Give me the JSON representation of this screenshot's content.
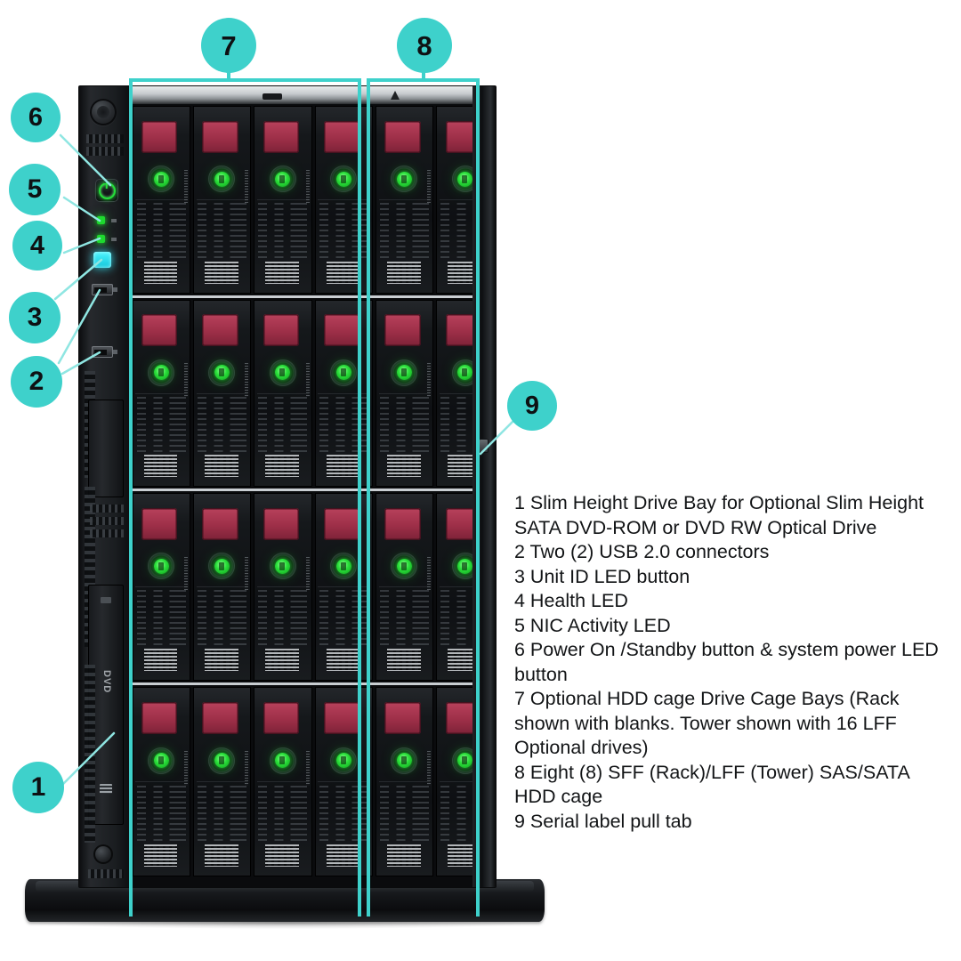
{
  "diagram": {
    "title": "Server front view with numbered callouts",
    "accent_color": "#3ed1cb",
    "background_color": "#ffffff"
  },
  "callouts": [
    {
      "number": "1",
      "label": "callout-1"
    },
    {
      "number": "2",
      "label": "callout-2"
    },
    {
      "number": "3",
      "label": "callout-3"
    },
    {
      "number": "4",
      "label": "callout-4"
    },
    {
      "number": "5",
      "label": "callout-5"
    },
    {
      "number": "6",
      "label": "callout-6"
    },
    {
      "number": "7",
      "label": "callout-7"
    },
    {
      "number": "8",
      "label": "callout-8"
    },
    {
      "number": "9",
      "label": "callout-9"
    }
  ],
  "legend": {
    "items": [
      "1 Slim Height Drive Bay for Optional Slim Height SATA DVD-ROM or DVD RW Optical Drive",
      "2 Two (2) USB 2.0 connectors",
      "3 Unit ID LED button",
      "4 Health LED",
      "5 NIC Activity LED",
      "6 Power On /Standby button & system power LED button",
      "7 Optional HDD cage Drive Cage Bays (Rack shown with blanks. Tower shown with 16 LFF Optional drives)",
      "8 Eight (8) SFF (Rack)/LFF (Tower) SAS/SATA HDD cage",
      "9 Serial label pull tab"
    ]
  },
  "device": {
    "front_panel": {
      "power_button": "Power On /Standby button",
      "nic_activity_led": "NIC Activity LED",
      "health_led": "Health LED",
      "uid_led_button": "Unit ID LED button",
      "usb_ports": [
        "USB 2.0 connector",
        "USB 2.0 connector"
      ],
      "optical_drive_text": "DVD"
    },
    "drive_cage": {
      "rows": 4,
      "columns": 6,
      "total_bays": 24,
      "group_7_columns": 4,
      "group_8_columns": 2
    },
    "serial_label_pull_tab": "Serial label pull tab"
  }
}
